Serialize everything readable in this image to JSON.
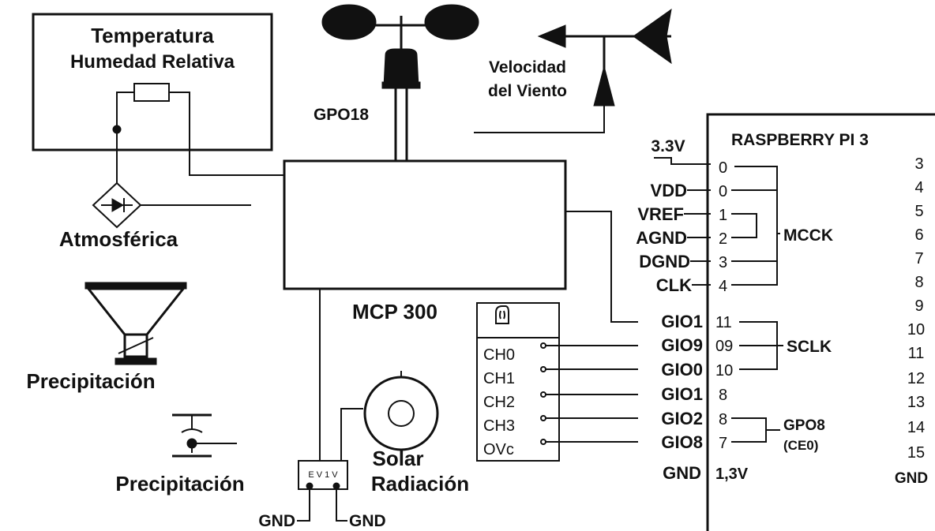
{
  "sensors": {
    "temp_title": "Temperatura",
    "temp_subtitle": "Humedad Relativa",
    "pressure_label": "Atmosférica",
    "rain1_label": "Precipitación",
    "rain2_label": "Precipitación",
    "anemometer_pin": "GPO18",
    "wind_label_1": "Velocidad",
    "wind_label_2": "del Viento",
    "solar_label_1": "Solar",
    "solar_label_2": "Radiación"
  },
  "mcp": {
    "label": "MCP 300",
    "channels": [
      "CH0",
      "CH1",
      "CH2",
      "CH3",
      "OVc"
    ]
  },
  "regulator": {
    "text": "E V 1 V",
    "gnd_left": "GND",
    "gnd_right": "GND"
  },
  "raspberry": {
    "title": "RASPBERRY PI 3",
    "supply": "3.3V",
    "signals": [
      "VDD",
      "VREF",
      "AGND",
      "DGND",
      "CLK",
      "GIO1",
      "GIO9",
      "GIO0",
      "GIO1",
      "GIO2",
      "GIO8",
      "GND"
    ],
    "inner_pins": [
      "0",
      "0",
      "1",
      "2",
      "3",
      "4",
      "11",
      "09",
      "10",
      "8",
      "8",
      "7",
      "1,3V"
    ],
    "right_pins": [
      "3",
      "4",
      "5",
      "6",
      "7",
      "8",
      "9",
      "10",
      "11",
      "12",
      "13",
      "14",
      "15",
      "GND"
    ],
    "group_mcck": "MCCK",
    "group_sclk": "SCLK",
    "group_gpo8": "GPO8",
    "group_ce0": "(CE0)"
  }
}
